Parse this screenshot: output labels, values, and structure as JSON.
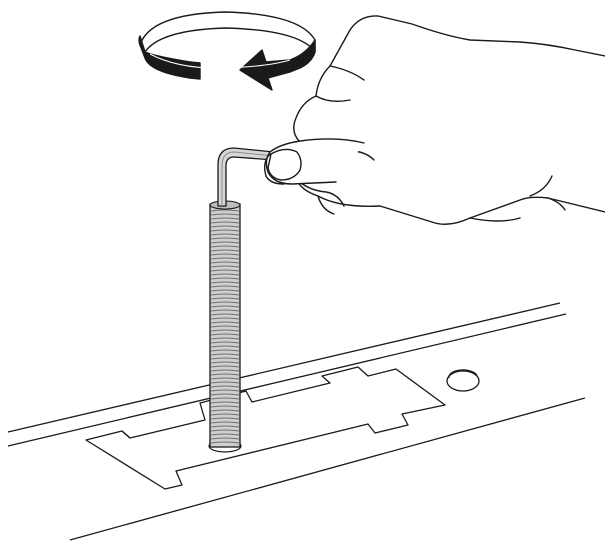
{
  "illustration": {
    "subject": "hex-key-turning-threaded-rod",
    "rotation_direction": "counterclockwise",
    "icons": [
      "rotation-arrow-icon",
      "hand-icon",
      "hex-key-icon",
      "threaded-rod-icon",
      "panel-cutout",
      "mounting-hole"
    ],
    "colors": {
      "background": "#ffffff",
      "stroke": "#1a1a1a",
      "arrow_fill": "#1a1a1a",
      "rod_shade": "#9a9a9a",
      "key_shade": "#bdbdbd"
    }
  }
}
